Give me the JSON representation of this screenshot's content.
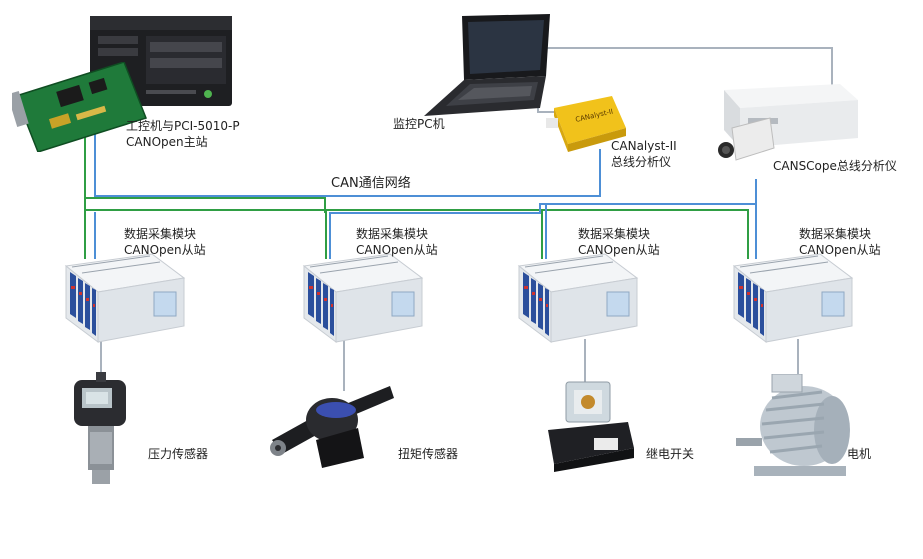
{
  "colors": {
    "can_line": "#2f9e44",
    "monitor_line": "#4d8fd6",
    "grey_line": "#a9b2bd",
    "module_body": "#eef1f4",
    "module_blue": "#2b4f9c",
    "module_red": "#d0312d",
    "analyzer_yellow": "#f1c21b"
  },
  "labels": {
    "ipc": {
      "line1": "工控机与PCI-5010-P",
      "line2": "CANOpen主站"
    },
    "pc": "监控PC机",
    "canalyst": {
      "line1": "CANalyst-II",
      "line2": "总线分析仪"
    },
    "canscope": "CANSCope总线分析仪",
    "network": "CAN通信网络",
    "modules": [
      {
        "line1": "数据采集模块",
        "line2": "CANOpen从站"
      },
      {
        "line1": "数据采集模块",
        "line2": "CANOpen从站"
      },
      {
        "line1": "数据采集模块",
        "line2": "CANOpen从站"
      },
      {
        "line1": "数据采集模块",
        "line2": "CANOpen从站"
      }
    ],
    "sensors": [
      "压力传感器",
      "扭矩传感器",
      "继电开关",
      "电机"
    ]
  },
  "device_marks": {
    "analyzer_brand": "CANalyst-II"
  },
  "icons": [
    "industrial-pc-icon",
    "pci-card-icon",
    "laptop-icon",
    "can-analyzer-icon",
    "canscope-icon",
    "io-module-icon",
    "pressure-sensor-icon",
    "torque-sensor-icon",
    "relay-icon",
    "motor-icon"
  ]
}
